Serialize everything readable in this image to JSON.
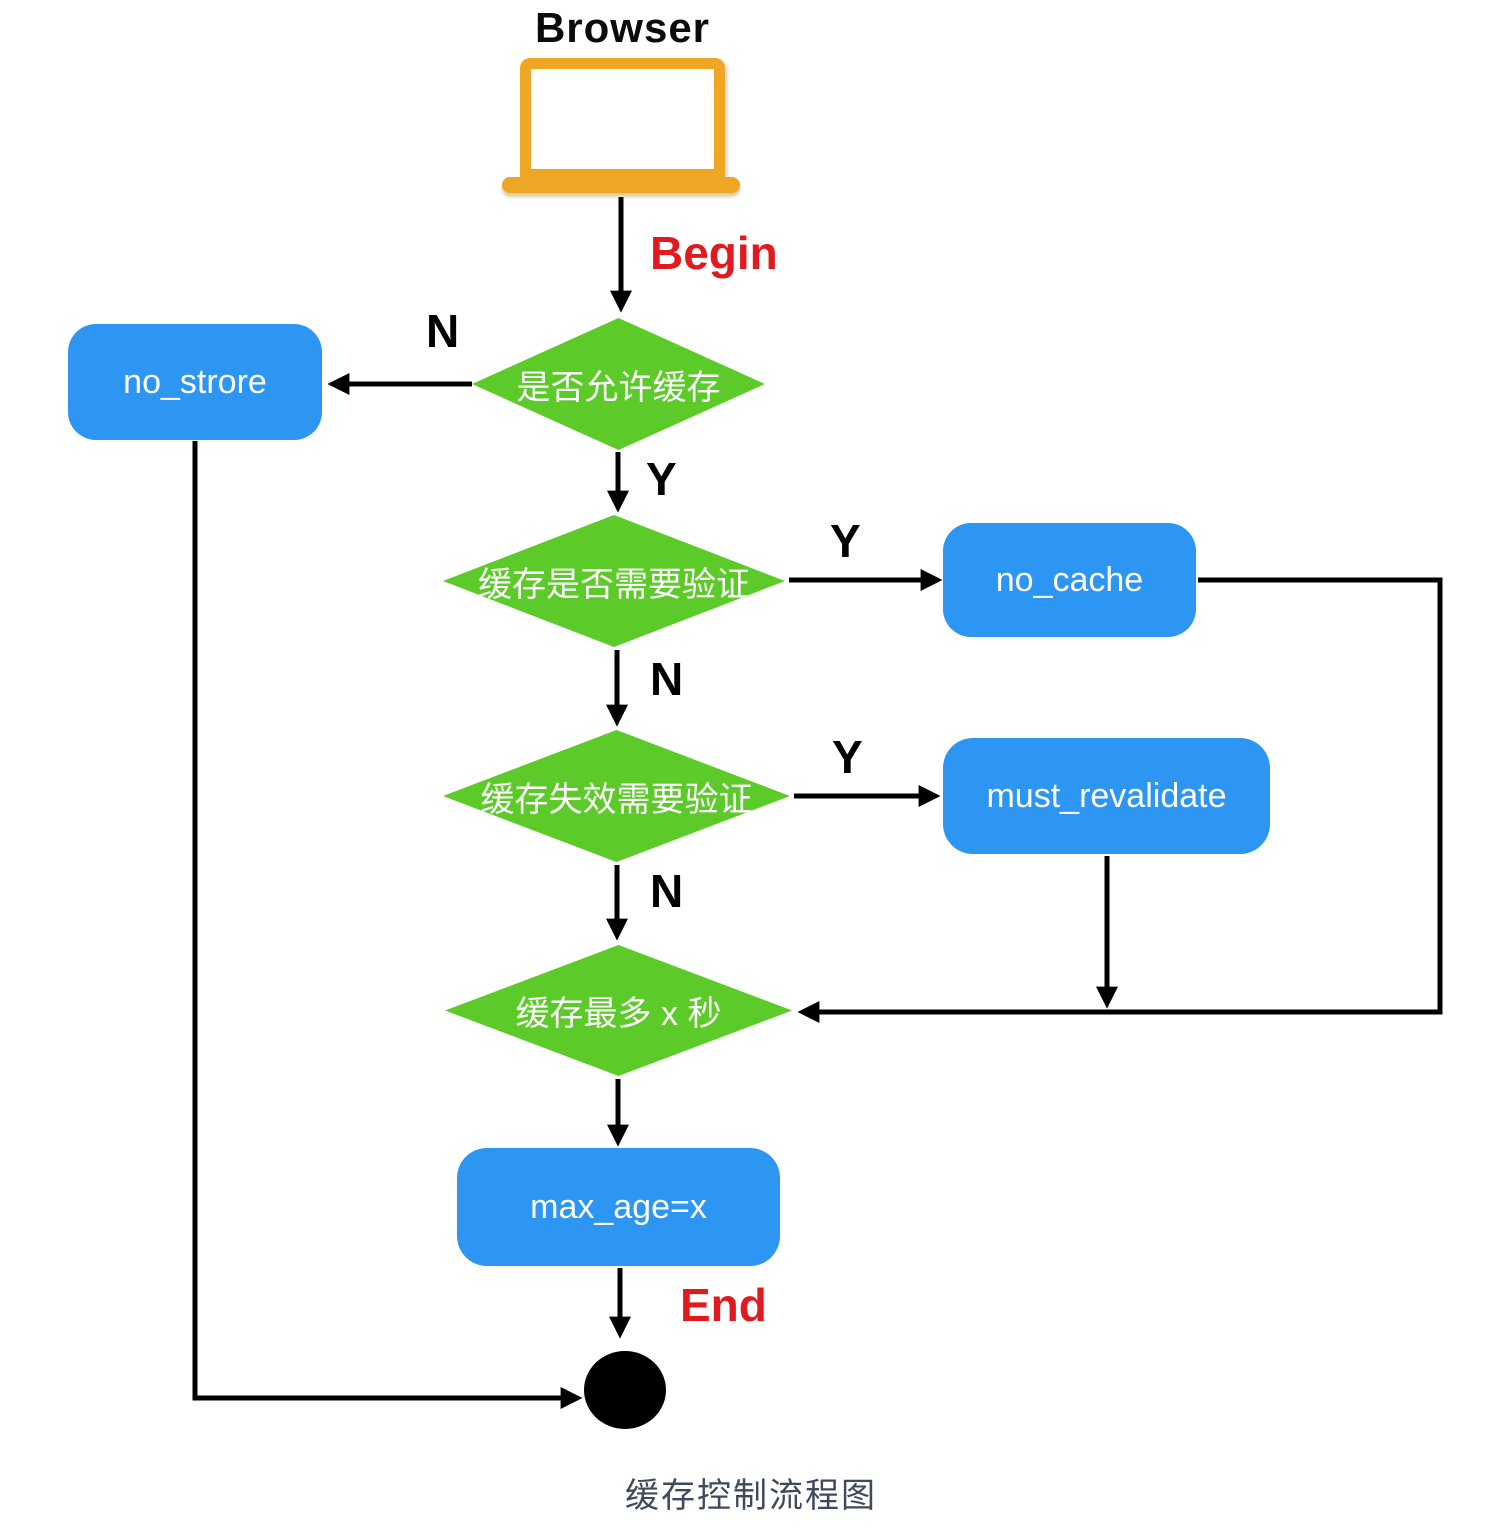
{
  "title": "Browser",
  "caption": "缓存控制流程图",
  "icons": {
    "browser": "laptop-icon",
    "end_terminator": "filled-black-ellipse"
  },
  "colors": {
    "green": "#5cca28",
    "blue": "#2d95f2",
    "red": "#e11a20",
    "orange": "#efa624",
    "caption": "#3e4a5c"
  },
  "nodes": {
    "decision_allow_cache": "是否允许缓存",
    "decision_need_validation": "缓存是否需要验证",
    "decision_expired_validation": "缓存失效需要验证",
    "decision_max_seconds": "缓存最多 x 秒",
    "no_store": "no_strore",
    "no_cache": "no_cache",
    "must_revalidate": "must_revalidate",
    "max_age": "max_age=x"
  },
  "edges": [
    {
      "from": "decision_allow_cache",
      "to": "no_store",
      "label": "N"
    },
    {
      "from": "decision_allow_cache",
      "to": "decision_need_validation",
      "label": "Y"
    },
    {
      "from": "decision_need_validation",
      "to": "no_cache",
      "label": "Y"
    },
    {
      "from": "decision_need_validation",
      "to": "decision_expired_validation",
      "label": "N"
    },
    {
      "from": "decision_expired_validation",
      "to": "must_revalidate",
      "label": "Y"
    },
    {
      "from": "decision_expired_validation",
      "to": "decision_max_seconds",
      "label": "N"
    },
    {
      "from": "browser",
      "to": "decision_allow_cache",
      "label": "Begin"
    },
    {
      "from": "no_cache",
      "to": "decision_max_seconds",
      "label": ""
    },
    {
      "from": "must_revalidate",
      "to": "decision_max_seconds",
      "label": ""
    },
    {
      "from": "decision_max_seconds",
      "to": "max_age",
      "label": ""
    },
    {
      "from": "max_age",
      "to": "end",
      "label": "End"
    },
    {
      "from": "no_store",
      "to": "end",
      "label": ""
    }
  ]
}
